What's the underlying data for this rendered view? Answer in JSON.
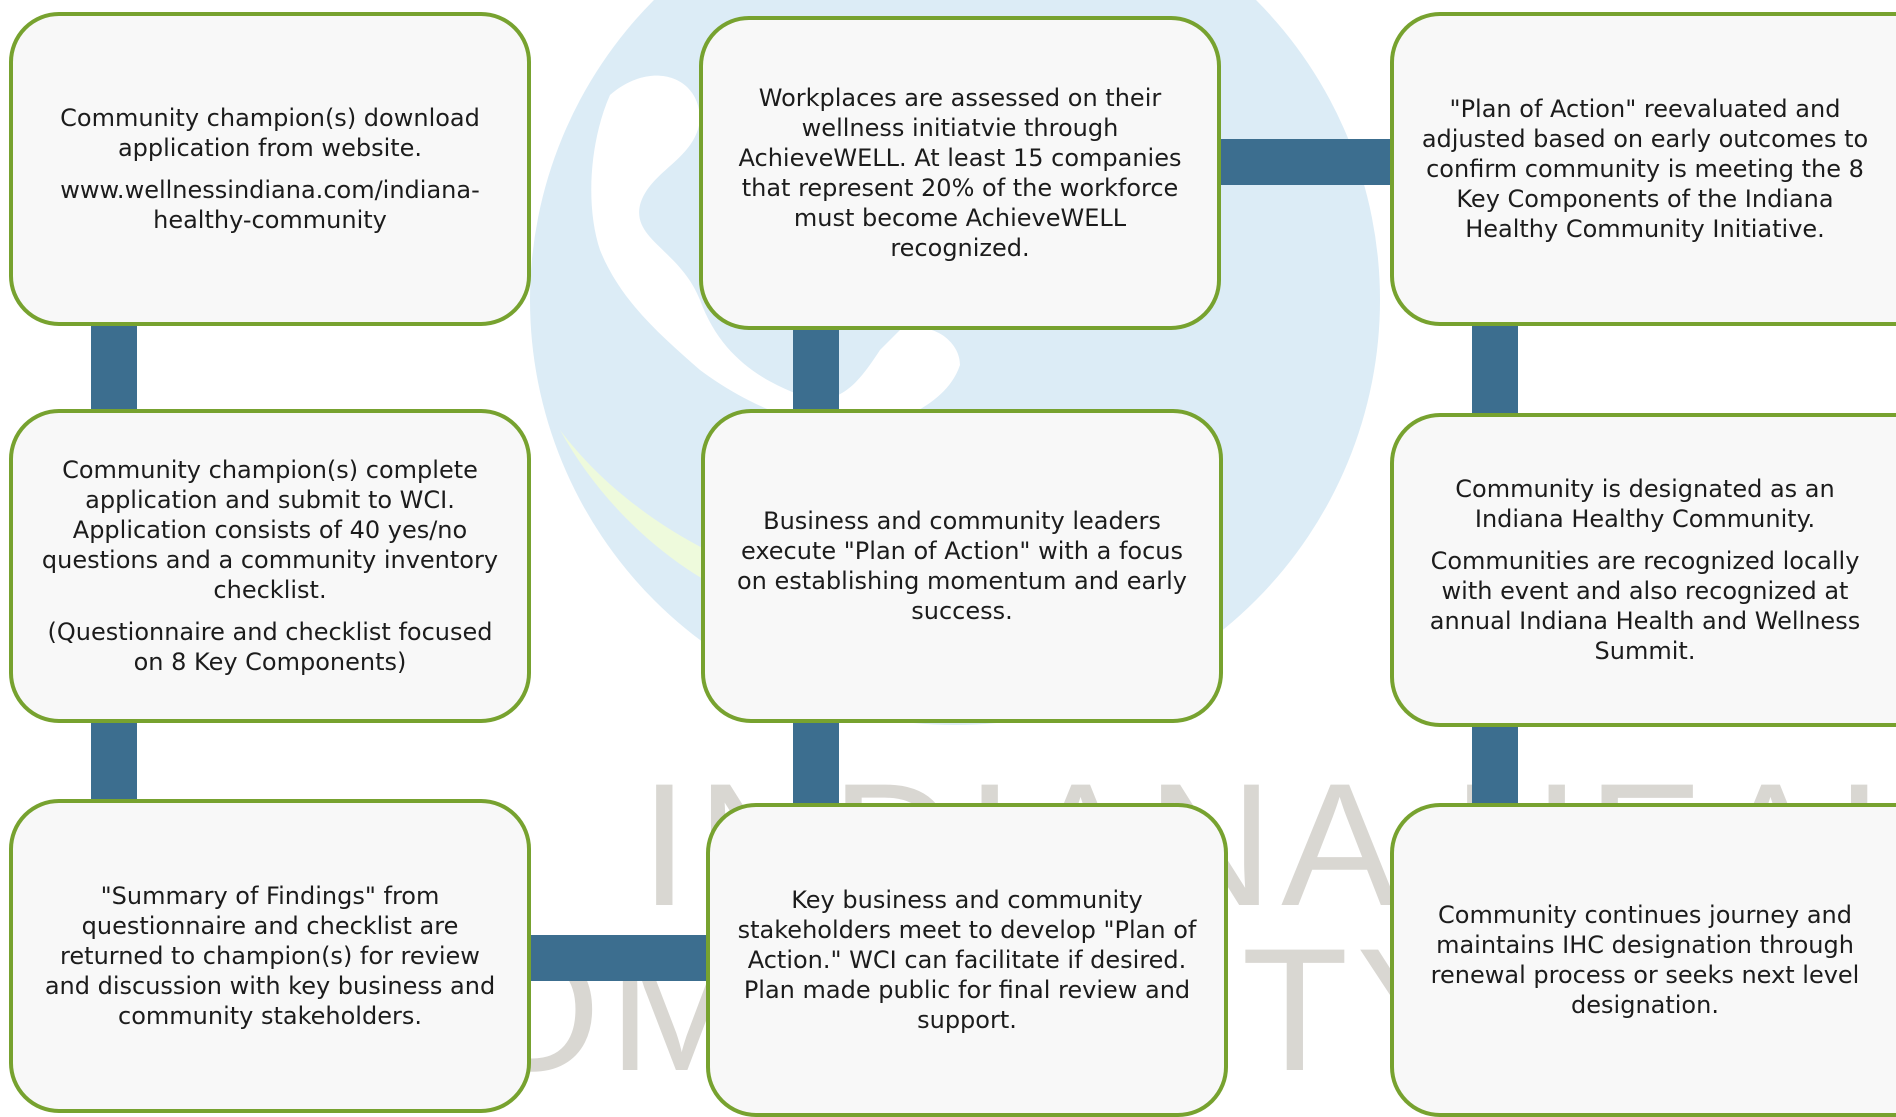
{
  "colors": {
    "box_fill": "#f8f8f8",
    "box_border": "#77a22f",
    "connector": "#3c6e8f",
    "text": "#1c1c1c",
    "watermark_globe": "#dcecf6",
    "watermark_leaf": "#eefadc",
    "watermark_text": "#d9d7d2"
  },
  "watermark": {
    "line1": "INDIANA HEALTHY",
    "line2": "COMMUNITY"
  },
  "steps": [
    {
      "id": "step-1",
      "paragraphs": [
        "Community champion(s) download application from website.",
        "www.wellnessindiana.com/indiana-healthy-community"
      ]
    },
    {
      "id": "step-2",
      "paragraphs": [
        "Community champion(s) complete application and submit to WCI. Application consists of 40 yes/no questions and a community inventory checklist.",
        "(Questionnaire and checklist focused on 8 Key Components)"
      ]
    },
    {
      "id": "step-3",
      "paragraphs": [
        "\"Summary of Findings\" from questionnaire and checklist are returned to champion(s) for review and discussion with key business and community stakeholders."
      ]
    },
    {
      "id": "step-4",
      "paragraphs": [
        "Key business and community stakeholders meet to develop \"Plan of Action.\" WCI can facilitate if desired. Plan made public for final review and support."
      ]
    },
    {
      "id": "step-5",
      "paragraphs": [
        "Business and community leaders execute \"Plan of Action\" with a focus on establishing momentum and early success."
      ]
    },
    {
      "id": "step-6",
      "paragraphs": [
        "Workplaces are assessed on their wellness initiatvie through AchieveWELL. At least 15 companies that represent 20% of the workforce must become AchieveWELL recognized."
      ]
    },
    {
      "id": "step-7",
      "paragraphs": [
        "\"Plan of Action\" reevaluated and adjusted based on early outcomes to confirm community is meeting the 8 Key Components of the Indiana Healthy Community Initiative."
      ]
    },
    {
      "id": "step-8",
      "paragraphs": [
        "Community is designated as an Indiana Healthy Community.",
        "Communities are recognized locally with event and also recognized at annual Indiana Health and Wellness Summit."
      ]
    },
    {
      "id": "step-9",
      "paragraphs": [
        "Community continues journey and maintains IHC designation through renewal process or seeks next level designation."
      ]
    }
  ]
}
